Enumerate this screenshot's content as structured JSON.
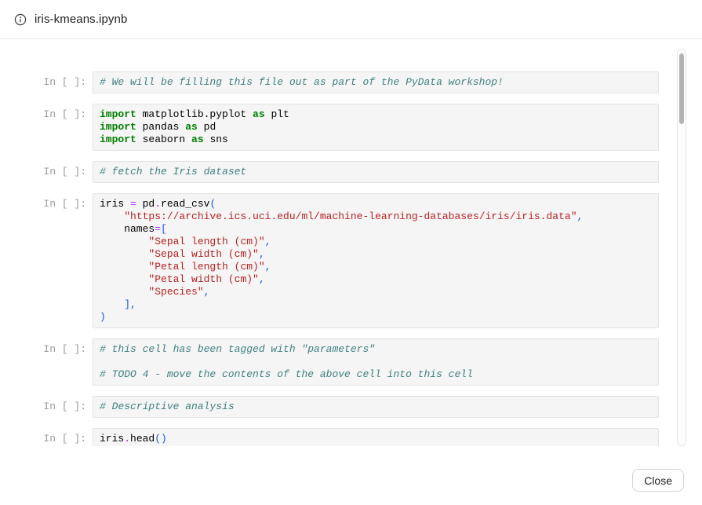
{
  "header": {
    "title": "iris-kmeans.ipynb"
  },
  "footer": {
    "close_label": "Close"
  },
  "colors": {
    "kw": "#008000",
    "str": "#BA2121",
    "com": "#408080",
    "op": "#AA22FF",
    "pu": "#1A56DB",
    "prompt": "#9B9B9B",
    "cell_bg": "#F5F5F5",
    "cell_border": "#E2E2E2",
    "hdr_border": "#E4E4E4",
    "title": "#1F1F1F",
    "scroll_thumb": "#B3B3B3"
  },
  "notebook": {
    "prompt": "In [ ]:",
    "cells": [
      {
        "lines": [
          [
            {
              "c": "com",
              "t": "# We will be filling this file out as part of the PyData workshop!"
            }
          ]
        ]
      },
      {
        "lines": [
          [
            {
              "c": "kw",
              "t": "import"
            },
            {
              "t": " matplotlib.pyplot "
            },
            {
              "c": "kw",
              "t": "as"
            },
            {
              "t": " plt"
            }
          ],
          [
            {
              "c": "kw",
              "t": "import"
            },
            {
              "t": " pandas "
            },
            {
              "c": "kw",
              "t": "as"
            },
            {
              "t": " pd"
            }
          ],
          [
            {
              "c": "kw",
              "t": "import"
            },
            {
              "t": " seaborn "
            },
            {
              "c": "kw",
              "t": "as"
            },
            {
              "t": " sns"
            }
          ]
        ]
      },
      {
        "lines": [
          [
            {
              "c": "com",
              "t": "# fetch the Iris dataset"
            }
          ]
        ]
      },
      {
        "lines": [
          [
            {
              "t": "iris "
            },
            {
              "c": "op",
              "t": "="
            },
            {
              "t": " pd"
            },
            {
              "c": "op",
              "t": "."
            },
            {
              "t": "read_csv"
            },
            {
              "c": "pu",
              "t": "("
            }
          ],
          [
            {
              "t": "    "
            },
            {
              "c": "str",
              "t": "\"https://archive.ics.uci.edu/ml/machine-learning-databases/iris/iris.data\""
            },
            {
              "c": "pu",
              "t": ","
            }
          ],
          [
            {
              "t": "    names"
            },
            {
              "c": "op",
              "t": "="
            },
            {
              "c": "pu",
              "t": "["
            }
          ],
          [
            {
              "t": "        "
            },
            {
              "c": "str",
              "t": "\"Sepal length (cm)\""
            },
            {
              "c": "pu",
              "t": ","
            }
          ],
          [
            {
              "t": "        "
            },
            {
              "c": "str",
              "t": "\"Sepal width (cm)\""
            },
            {
              "c": "pu",
              "t": ","
            }
          ],
          [
            {
              "t": "        "
            },
            {
              "c": "str",
              "t": "\"Petal length (cm)\""
            },
            {
              "c": "pu",
              "t": ","
            }
          ],
          [
            {
              "t": "        "
            },
            {
              "c": "str",
              "t": "\"Petal width (cm)\""
            },
            {
              "c": "pu",
              "t": ","
            }
          ],
          [
            {
              "t": "        "
            },
            {
              "c": "str",
              "t": "\"Species\""
            },
            {
              "c": "pu",
              "t": ","
            }
          ],
          [
            {
              "t": "    "
            },
            {
              "c": "pu",
              "t": "],"
            }
          ],
          [
            {
              "c": "pu",
              "t": ")"
            }
          ]
        ]
      },
      {
        "lines": [
          [
            {
              "c": "com",
              "t": "# this cell has been tagged with \"parameters\""
            }
          ],
          [],
          [
            {
              "c": "com",
              "t": "# TODO 4 - move the contents of the above cell into this cell"
            }
          ]
        ]
      },
      {
        "lines": [
          [
            {
              "c": "com",
              "t": "# Descriptive analysis"
            }
          ]
        ]
      },
      {
        "lines": [
          [
            {
              "t": "iris"
            },
            {
              "c": "op",
              "t": "."
            },
            {
              "t": "head"
            },
            {
              "c": "pu",
              "t": "()"
            }
          ]
        ]
      }
    ]
  }
}
